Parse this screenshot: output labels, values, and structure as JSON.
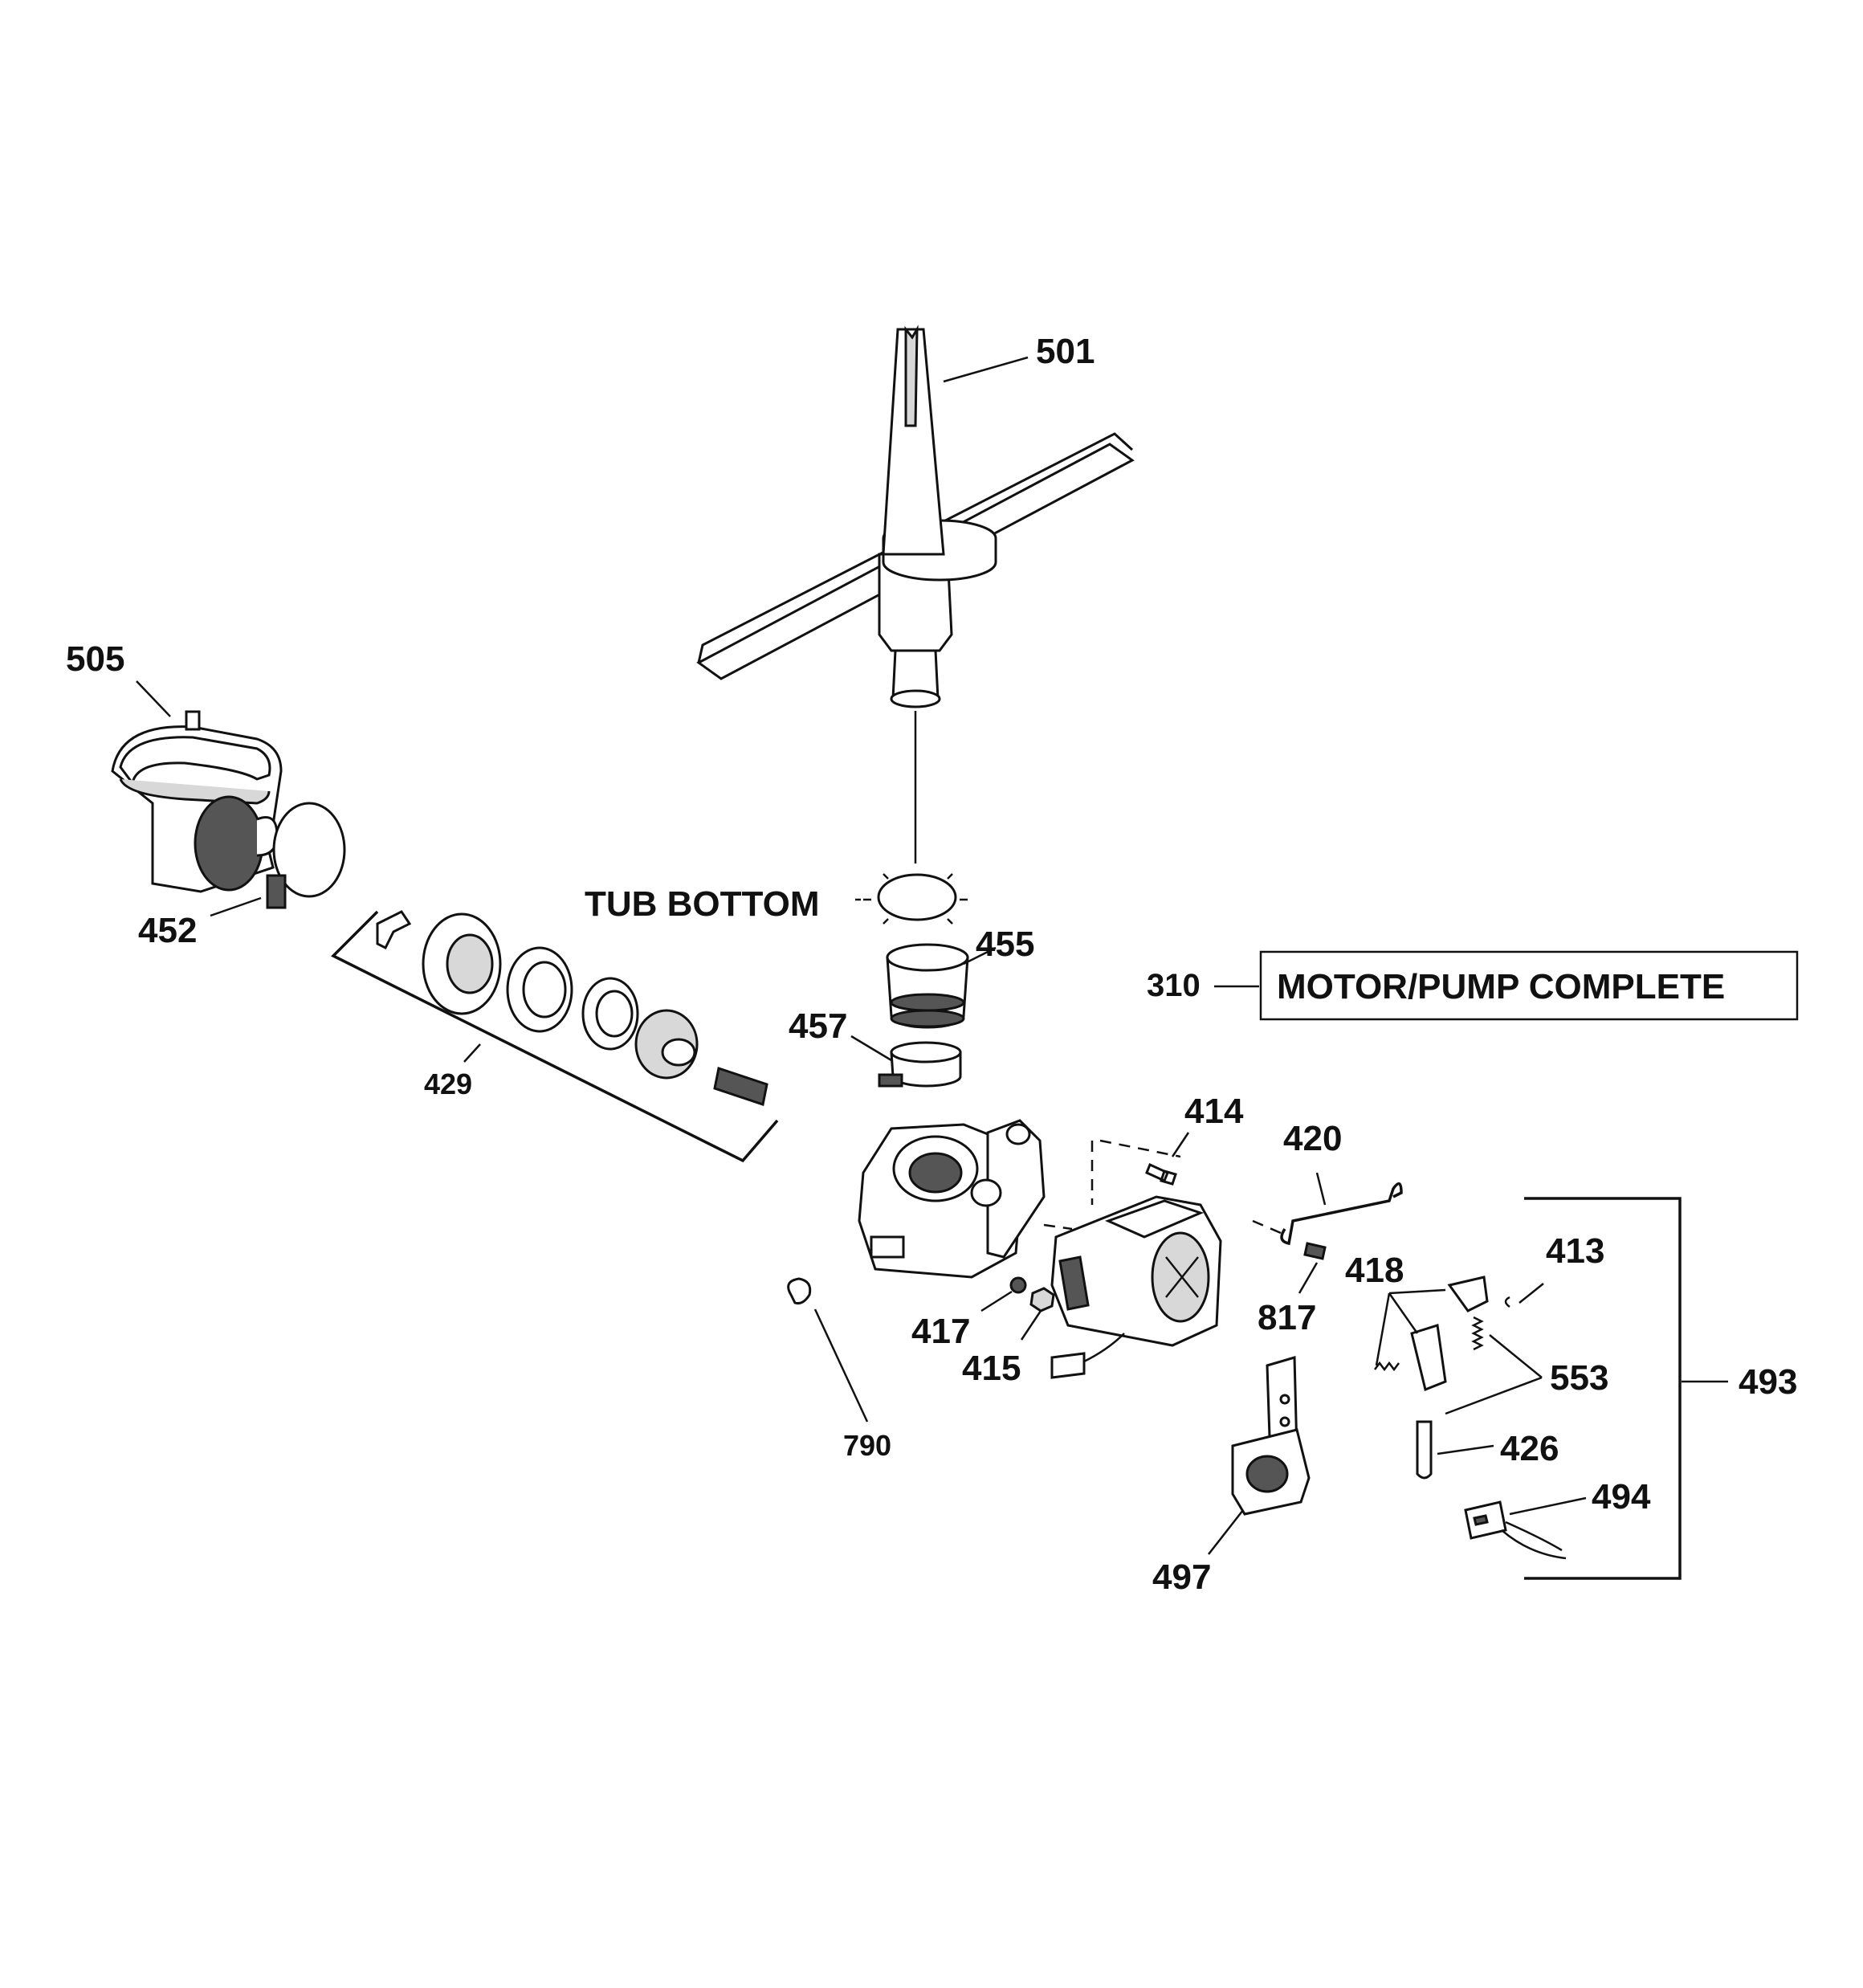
{
  "labels": {
    "p501": "501",
    "p505": "505",
    "p452": "452",
    "p429": "429",
    "p455": "455",
    "p457": "457",
    "p310": "310",
    "p414": "414",
    "p420": "420",
    "p413": "413",
    "p418": "418",
    "p817": "817",
    "p417": "417",
    "p415": "415",
    "p553": "553",
    "p493": "493",
    "p426": "426",
    "p494": "494",
    "p790": "790",
    "p497": "497"
  },
  "tub_bottom": "TUB BOTTOM",
  "motor_pump_complete": "MOTOR/PUMP COMPLETE"
}
